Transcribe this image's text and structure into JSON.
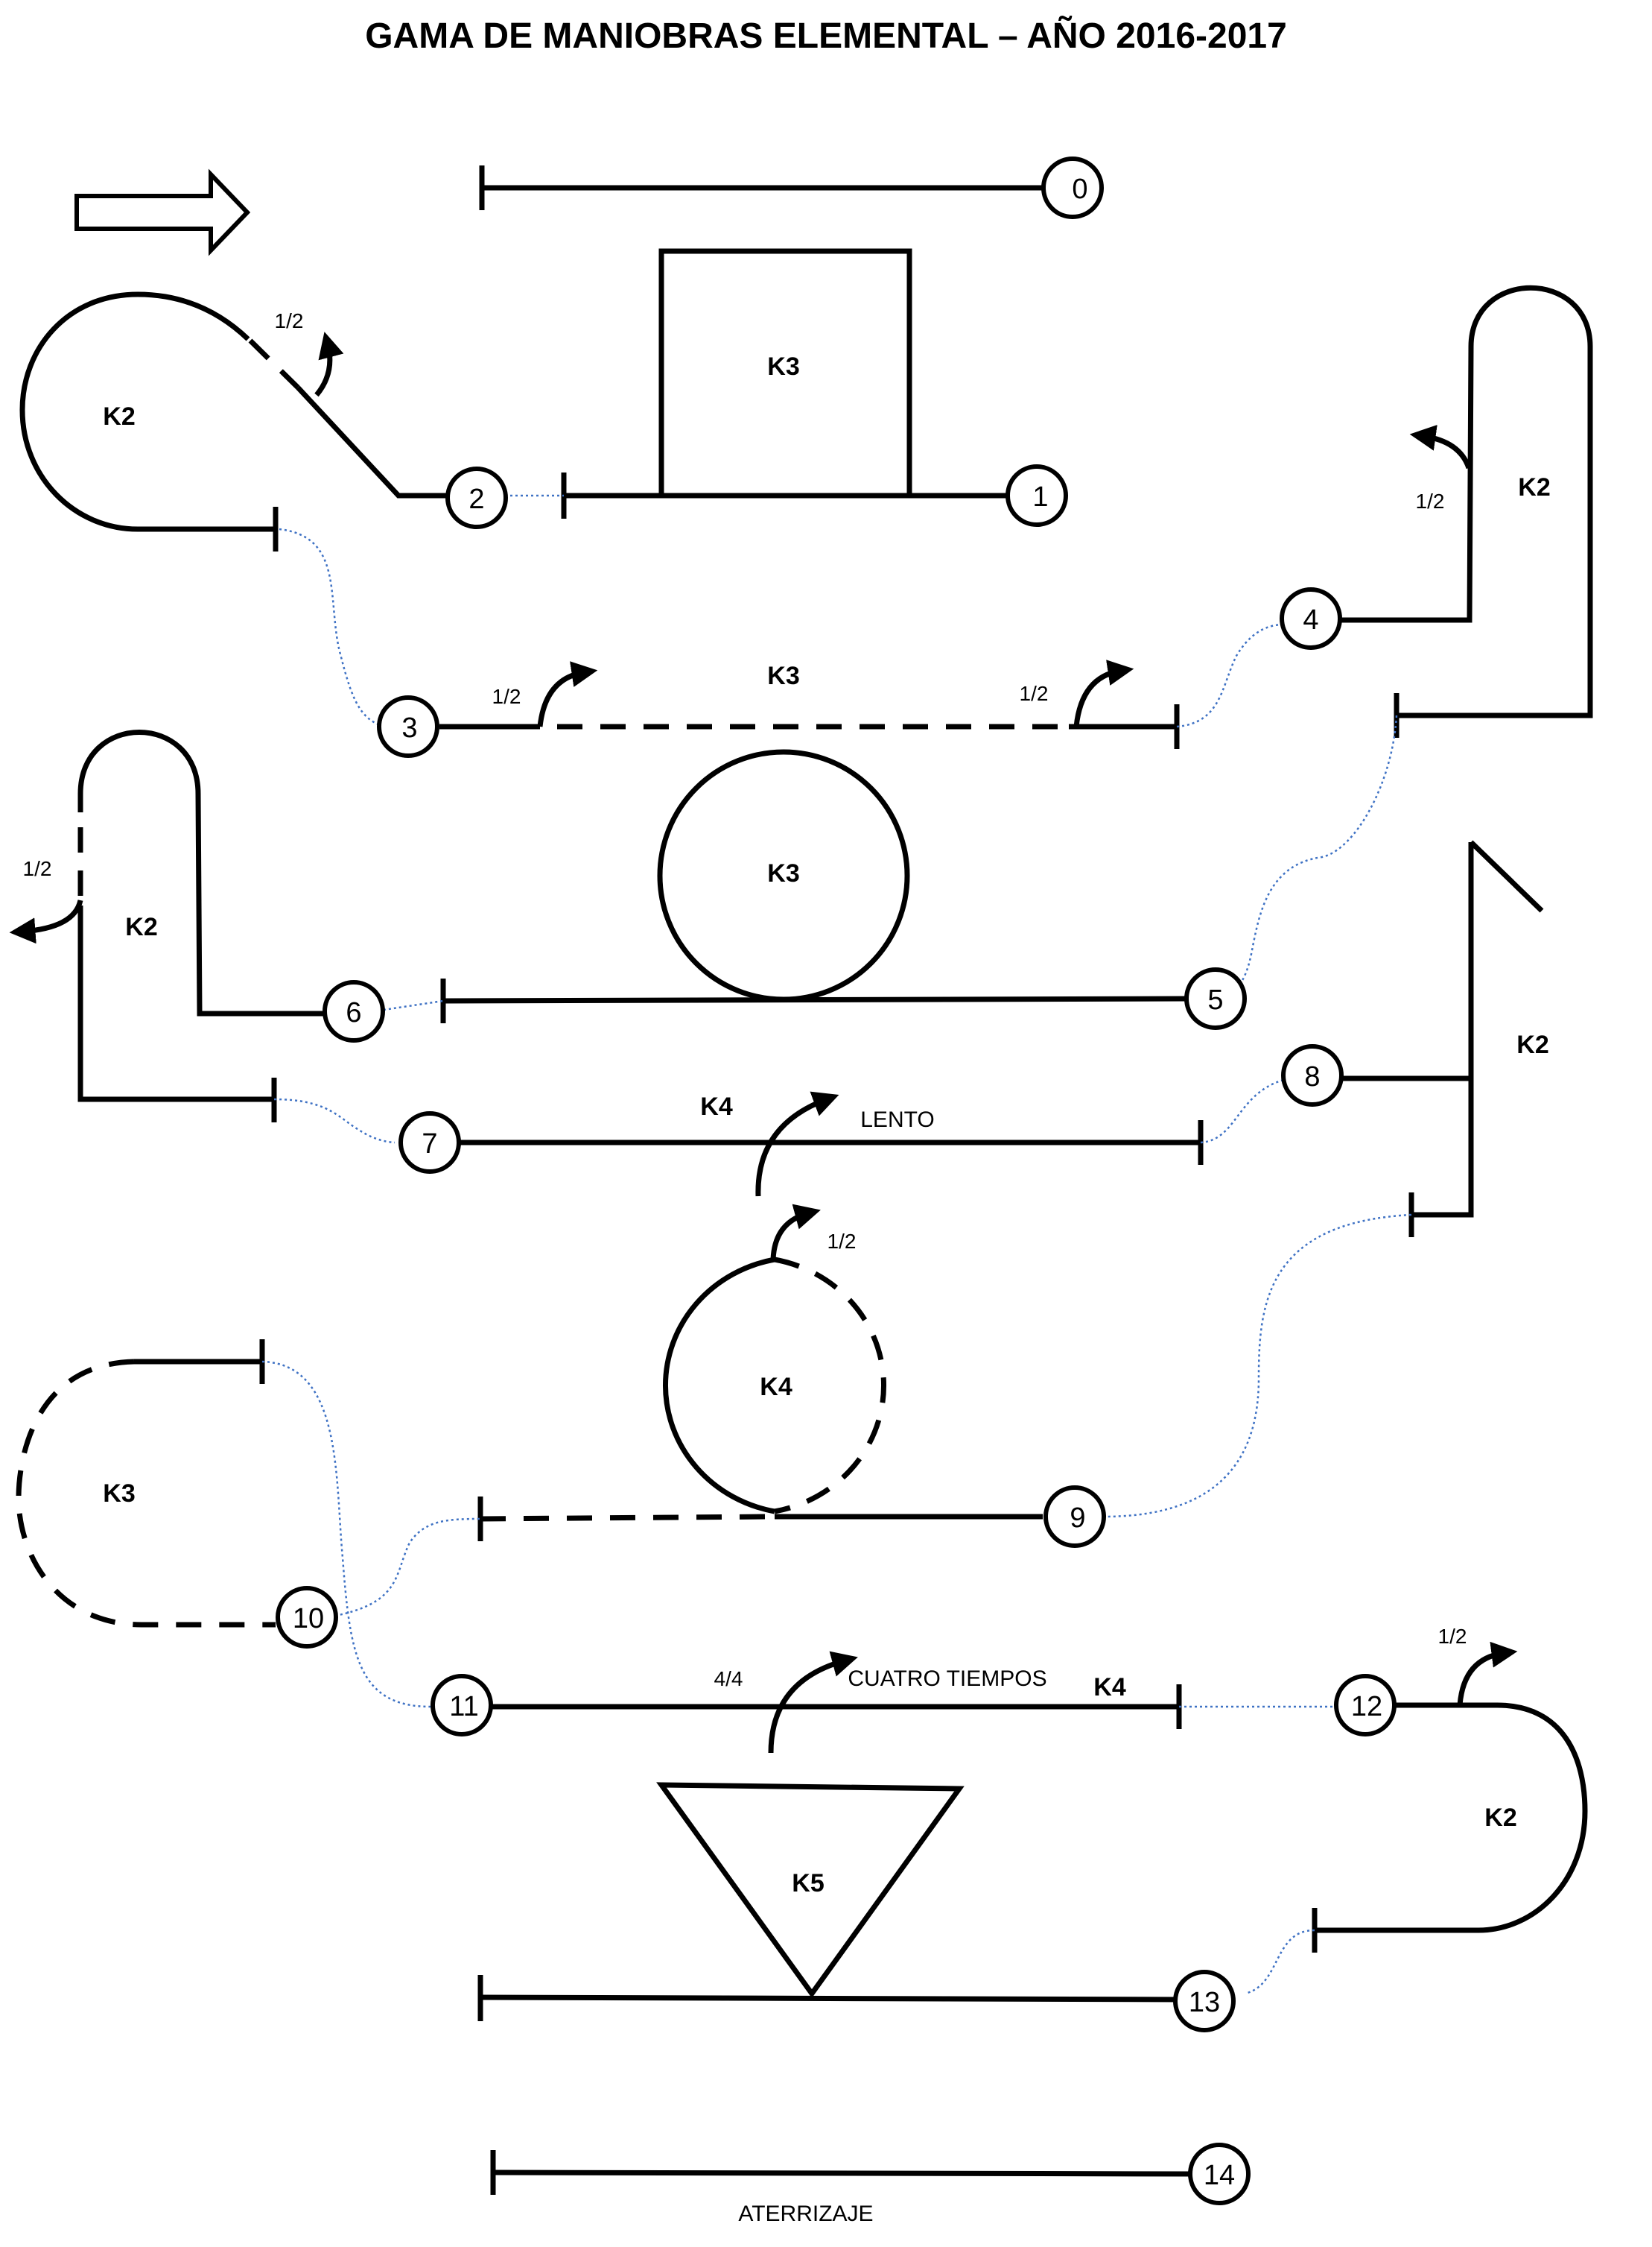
{
  "title": "GAMA DE MANIOBRAS ELEMENTAL – AÑO 2016-2017",
  "station_numbers": [
    "0",
    "1",
    "2",
    "3",
    "4",
    "5",
    "6",
    "7",
    "8",
    "9",
    "10",
    "11",
    "12",
    "13",
    "14"
  ],
  "maneuver_labels": {
    "k3_square": "K3",
    "k2_top_left": "K2",
    "k2_top_right": "K2",
    "k3_line_3_4": "K3",
    "k3_circle": "K3",
    "k2_left_mid": "K2",
    "k4_line_7": "K4",
    "k2_right_mid": "K2",
    "k4_circle": "K4",
    "k3_left_bottom": "K3",
    "k4_line_11": "K4",
    "k2_right_bottom": "K2",
    "k5_triangle": "K5"
  },
  "annotations": {
    "half_top_left": "1/2",
    "half_top_right": "1/2",
    "half_line3_left": "1/2",
    "half_line3_right": "1/2",
    "half_left_mid": "1/2",
    "lento": "LENTO",
    "half_k4_circle": "1/2",
    "four_four": "4/4",
    "cuatro_tiempos": "CUATRO TIEMPOS",
    "half_right_bottom": "1/2",
    "aterrizaje": "ATERRIZAJE"
  },
  "icons": {
    "direction": "right-arrow-outline-icon",
    "turn": "curved-turn-arrow-icon"
  }
}
